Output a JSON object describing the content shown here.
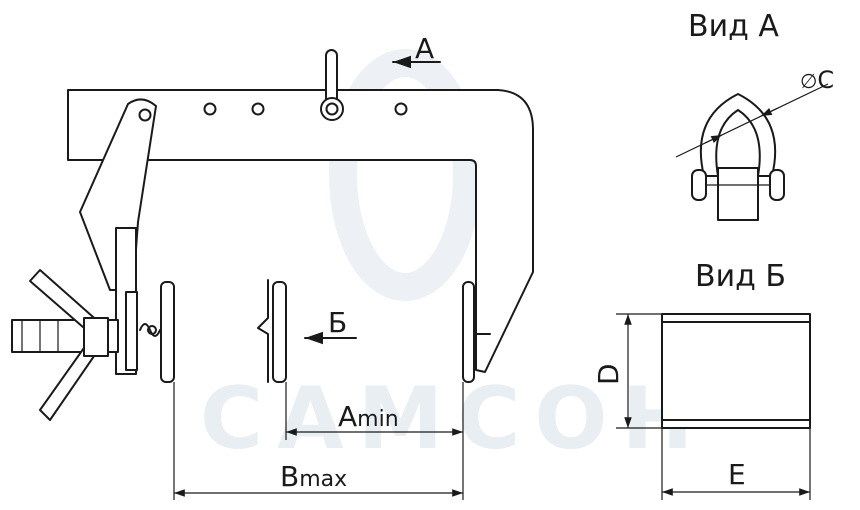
{
  "watermark": "САМСОН",
  "views": {
    "view_a_title": "Вид А",
    "view_b_title": "Вид Б"
  },
  "labels": {
    "arrow_a": "А",
    "arrow_b": "Б",
    "dim_c": "C",
    "dim_c_prefix": "∅",
    "dim_d": "D",
    "dim_e": "E",
    "dim_amin_main": "A",
    "dim_amin_sub": "min",
    "dim_bmax_main": "B",
    "dim_bmax_sub": "max"
  }
}
